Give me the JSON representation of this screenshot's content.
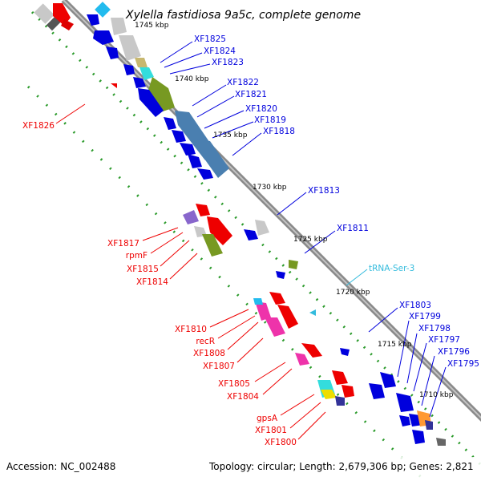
{
  "title": "Xylella fastidiosa 9a5c, complete genome",
  "footer": {
    "accession": "Accession: NC_002488",
    "summary": "Topology: circular; Length: 2,679,306 bp; Genes: 2,821"
  },
  "colors": {
    "forward": "#ee0000",
    "reverse": "#0000dd",
    "trna": "#33bbdd",
    "backbone": "#888888",
    "tick": "#228822"
  },
  "kbp_ticks": [
    {
      "label": "1745 kbp"
    },
    {
      "label": "1740 kbp"
    },
    {
      "label": "1735 kbp"
    },
    {
      "label": "1730 kbp"
    },
    {
      "label": "1725 kbp"
    },
    {
      "label": "1720 kbp"
    },
    {
      "label": "1715 kbp"
    },
    {
      "label": "1710 kbp"
    }
  ],
  "labels_right": [
    {
      "text": "XF1825",
      "color": "#0000dd"
    },
    {
      "text": "XF1824",
      "color": "#0000dd"
    },
    {
      "text": "XF1823",
      "color": "#0000dd"
    },
    {
      "text": "XF1822",
      "color": "#0000dd"
    },
    {
      "text": "XF1821",
      "color": "#0000dd"
    },
    {
      "text": "XF1820",
      "color": "#0000dd"
    },
    {
      "text": "XF1819",
      "color": "#0000dd"
    },
    {
      "text": "XF1818",
      "color": "#0000dd"
    },
    {
      "text": "XF1813",
      "color": "#0000dd"
    },
    {
      "text": "XF1811",
      "color": "#0000dd"
    },
    {
      "text": "tRNA-Ser-3",
      "color": "#33bbdd"
    },
    {
      "text": "XF1803",
      "color": "#0000dd"
    },
    {
      "text": "XF1799",
      "color": "#0000dd"
    },
    {
      "text": "XF1798",
      "color": "#0000dd"
    },
    {
      "text": "XF1797",
      "color": "#0000dd"
    },
    {
      "text": "XF1796",
      "color": "#0000dd"
    },
    {
      "text": "XF1795",
      "color": "#0000dd"
    }
  ],
  "labels_left": [
    {
      "text": "XF1826",
      "color": "#ee0000"
    },
    {
      "text": "XF1817",
      "color": "#ee0000"
    },
    {
      "text": "rpmF",
      "color": "#ee0000"
    },
    {
      "text": "XF1815",
      "color": "#ee0000"
    },
    {
      "text": "XF1814",
      "color": "#ee0000"
    },
    {
      "text": "XF1810",
      "color": "#ee0000"
    },
    {
      "text": "recR",
      "color": "#ee0000"
    },
    {
      "text": "XF1808",
      "color": "#ee0000"
    },
    {
      "text": "XF1807",
      "color": "#ee0000"
    },
    {
      "text": "XF1805",
      "color": "#ee0000"
    },
    {
      "text": "XF1804",
      "color": "#ee0000"
    },
    {
      "text": "gpsA",
      "color": "#ee0000"
    },
    {
      "text": "XF1801",
      "color": "#ee0000"
    },
    {
      "text": "XF1800",
      "color": "#ee0000"
    }
  ]
}
